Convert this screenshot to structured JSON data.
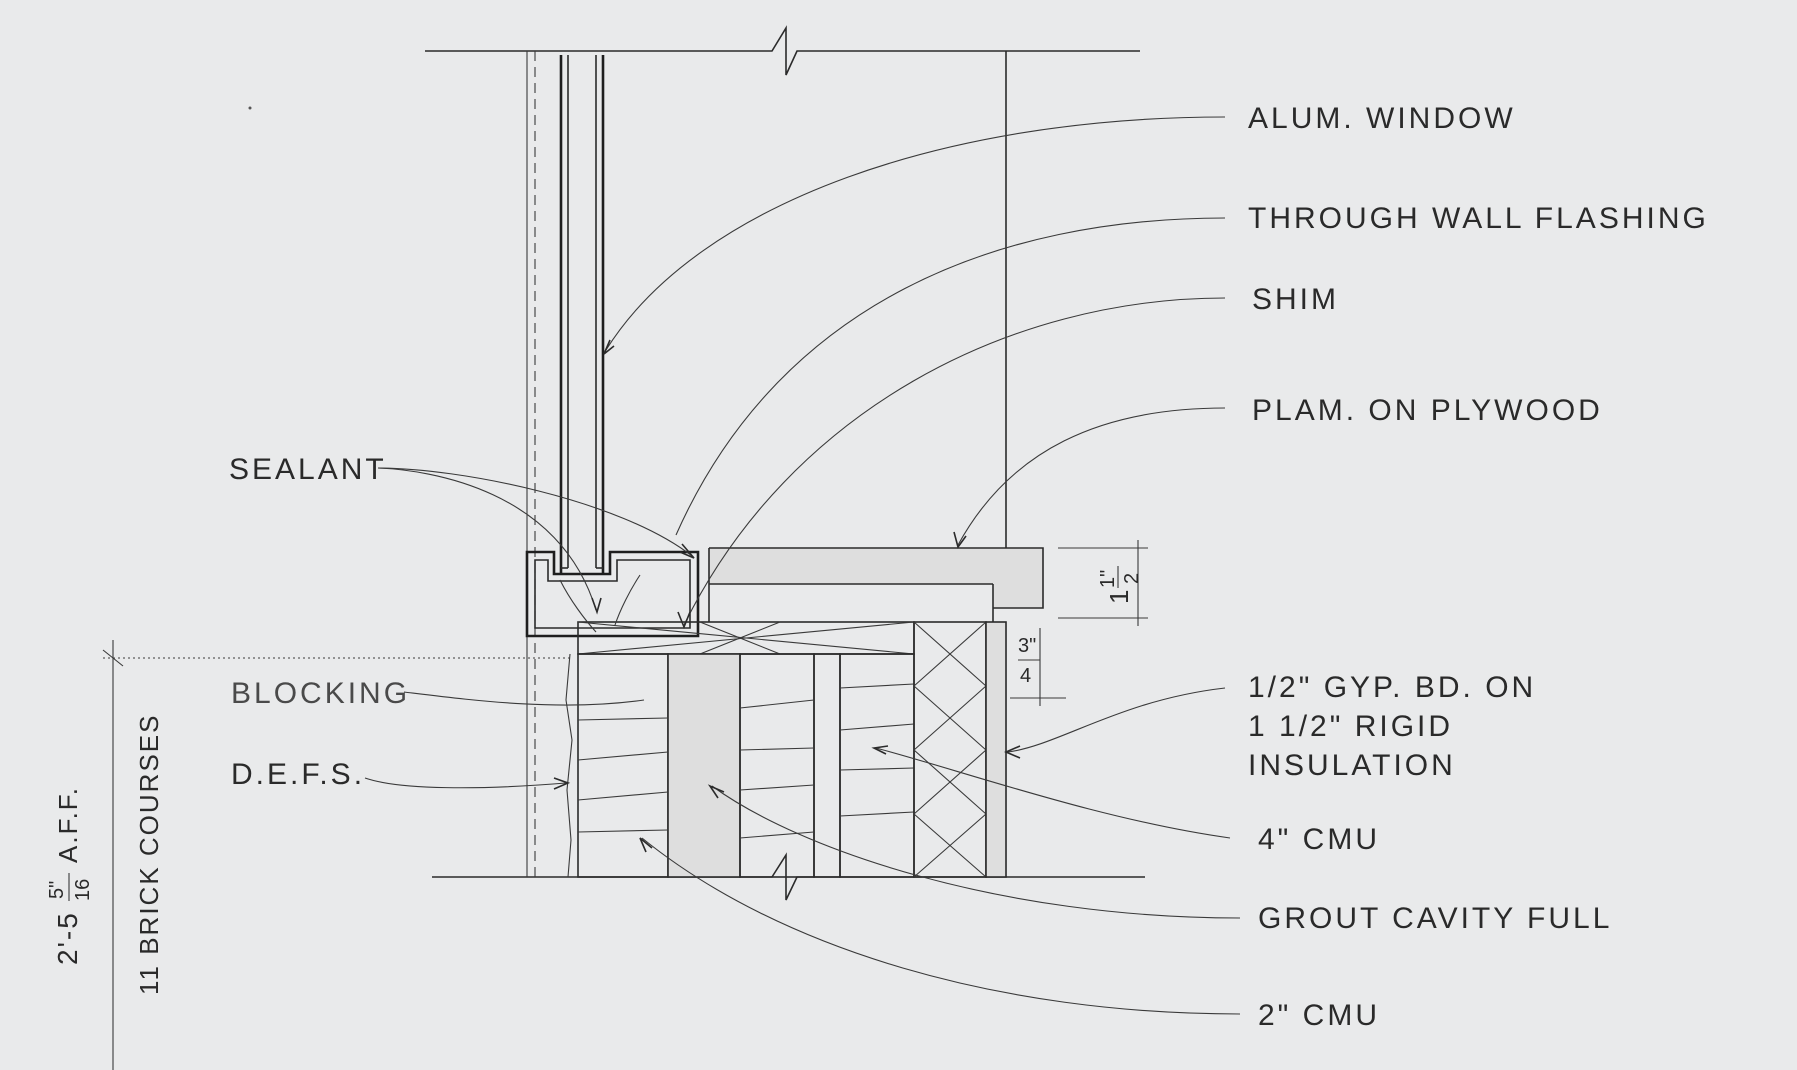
{
  "labels": {
    "alum_window": "ALUM. WINDOW",
    "through_wall_flashing": "THROUGH WALL FLASHING",
    "shim": "SHIM",
    "plam_on_plywood": "PLAM. ON PLYWOOD",
    "sealant": "SEALANT",
    "blocking": "BLOCKING",
    "defs": "D.E.F.S.",
    "gyp_line1": "1/2\" GYP. BD. ON",
    "gyp_line2": "1 1/2\" RIGID",
    "gyp_line3": "INSULATION",
    "cmu_4": "4\" CMU",
    "grout_cavity_full": "GROUT CAVITY FULL",
    "cmu_2": "2\" CMU"
  },
  "dimensions": {
    "sill_thickness_whole": "1",
    "sill_thickness_num": "1\"",
    "sill_thickness_den": "2",
    "gap_num": "3\"",
    "gap_den": "4",
    "height_prefix": "2'-5",
    "height_frac_num": "5\"",
    "height_frac_den": "16",
    "height_suffix": "A.F.F.",
    "brick_courses": "11 BRICK COURSES"
  }
}
